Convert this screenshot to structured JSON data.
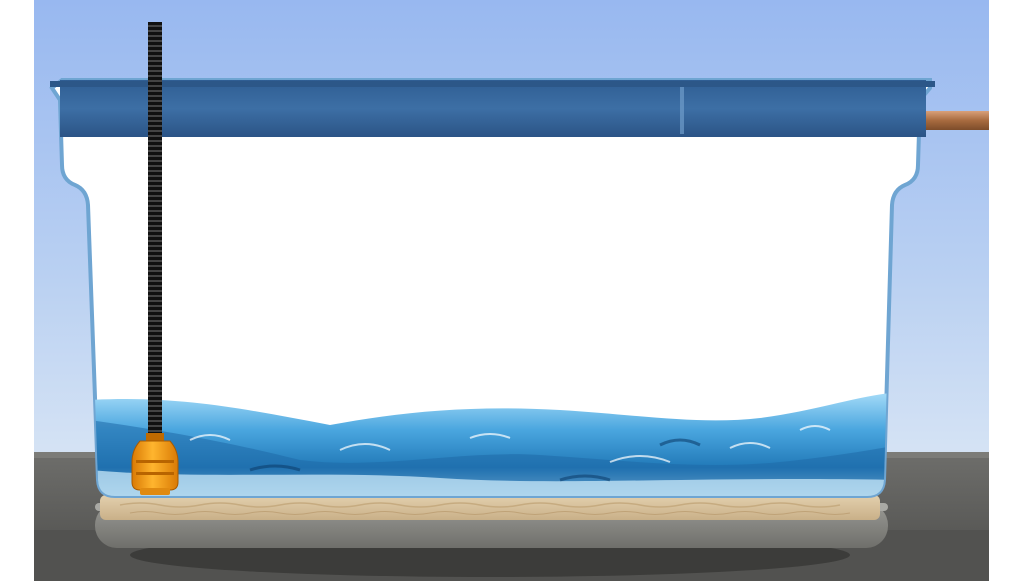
{
  "scene": {
    "colors": {
      "sky_top": "#9dbcf0",
      "sky_bottom": "#cfe0f5",
      "tank_lid": "#3a6a9e",
      "tank_wall": "#7fb2da",
      "water_light": "#8fd0f5",
      "water_dark": "#1b5f96",
      "pump": "#f39a12",
      "hose": "#1a1a1a",
      "pipe": "#b87a4b",
      "sand": "#d9c4a0",
      "concrete": "#8a8a86",
      "ground": "#5e5e5c"
    },
    "objects": [
      "sky",
      "ground",
      "concrete-slab",
      "sand-bed",
      "water-tank",
      "water",
      "submersible-pump",
      "corrugated-hose",
      "outlet-pipe"
    ]
  }
}
